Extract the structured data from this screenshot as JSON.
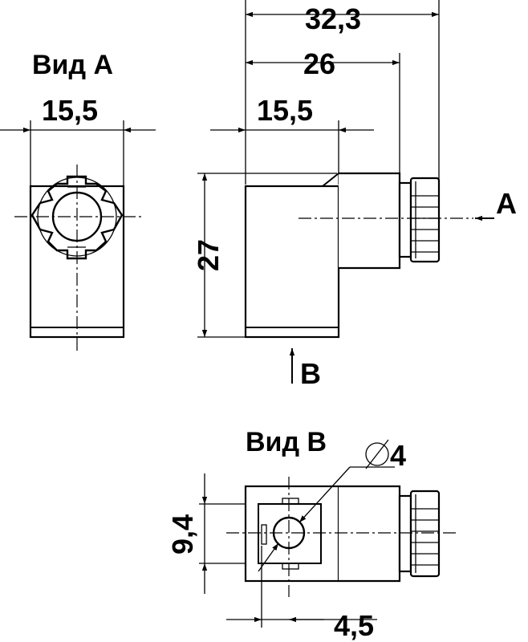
{
  "views": {
    "view_a_title": "Вид А",
    "view_b_title": "Вид В",
    "arrow_a_label": "А",
    "arrow_b_label": "В"
  },
  "dimensions": {
    "overall_length": "32,3",
    "body_length": "26",
    "housing_width_side": "15,5",
    "housing_width_front": "15,5",
    "height": "27",
    "bottom_height": "9,4",
    "bottom_offset": "4,5",
    "hole_diameter": "4"
  },
  "colors": {
    "ink": "#000000",
    "paper": "#ffffff"
  }
}
